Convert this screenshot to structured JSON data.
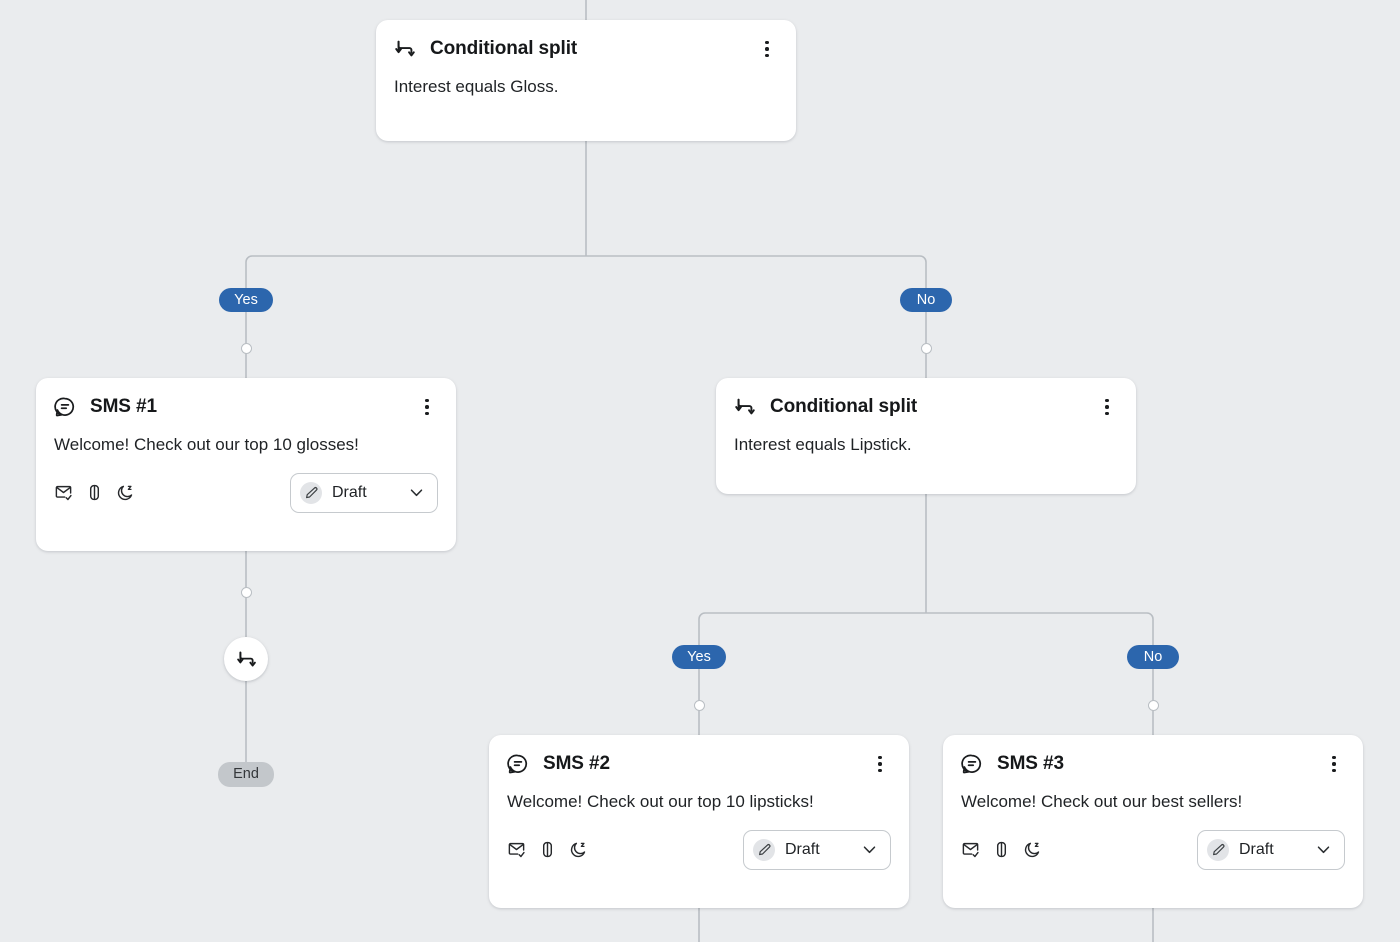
{
  "canvas": {
    "background": "#eaecee",
    "edge_color": "#b9bec3",
    "pill_color": "#2c66ad",
    "end_pill_color": "#c3c7cb"
  },
  "nodes": {
    "split_top": {
      "icon": "conditional-split-icon",
      "title": "Conditional split",
      "description": "Interest equals Gloss.",
      "menu": "kebab-menu-icon"
    },
    "sms_1": {
      "icon": "sms-bubble-icon",
      "title": "SMS #1",
      "message": "Welcome! Check out our top 10 glosses!",
      "menu": "kebab-menu-icon",
      "footer_icons": [
        "smart-sending-icon",
        "skip-duplicate-icon",
        "quiet-hours-icon"
      ],
      "status": "Draft",
      "status_icon": "draft-pencil-icon",
      "chevron": "chevron-down-icon"
    },
    "split_second": {
      "icon": "conditional-split-icon",
      "title": "Conditional split",
      "description": "Interest equals Lipstick.",
      "menu": "kebab-menu-icon"
    },
    "sms_2": {
      "icon": "sms-bubble-icon",
      "title": "SMS #2",
      "message": "Welcome! Check out our top 10 lipsticks!",
      "menu": "kebab-menu-icon",
      "footer_icons": [
        "smart-sending-icon",
        "skip-duplicate-icon",
        "quiet-hours-icon"
      ],
      "status": "Draft",
      "status_icon": "draft-pencil-icon",
      "chevron": "chevron-down-icon"
    },
    "sms_3": {
      "icon": "sms-bubble-icon",
      "title": "SMS #3",
      "message": "Welcome! Check out our best sellers!",
      "menu": "kebab-menu-icon",
      "footer_icons": [
        "smart-sending-icon",
        "skip-duplicate-icon",
        "quiet-hours-icon"
      ],
      "status": "Draft",
      "status_icon": "draft-pencil-icon",
      "chevron": "chevron-down-icon"
    },
    "split_circle": {
      "icon": "conditional-split-icon"
    }
  },
  "branch_labels": {
    "top_yes": "Yes",
    "top_no": "No",
    "second_yes": "Yes",
    "second_no": "No"
  },
  "end_badge": {
    "label": "End"
  }
}
